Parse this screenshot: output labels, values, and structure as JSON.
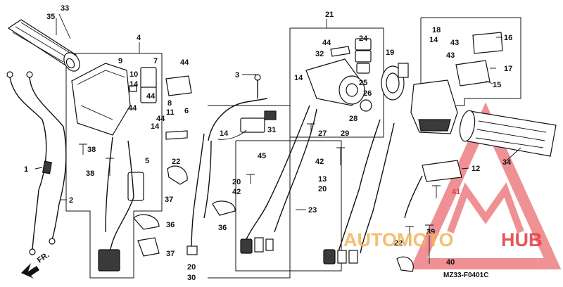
{
  "diagram_code": "MZ33-F0401C",
  "direction_label": "FR.",
  "watermark": {
    "part1": "AUTOMOTO",
    "part2": "HUB",
    "color_part1": "#f0b55a",
    "color_part2": "#e2383d",
    "logo_color": "#e2383d"
  },
  "callouts": {
    "c1": "1",
    "c2": "2",
    "c3": "3",
    "c4": "4",
    "c5": "5",
    "c6": "6",
    "c7": "7",
    "c8": "8",
    "c9": "9",
    "c10": "10",
    "c11": "11",
    "c12": "12",
    "c13": "13",
    "c14a": "14",
    "c14b": "14",
    "c14c": "14",
    "c14d": "14",
    "c15": "15",
    "c16": "16",
    "c17": "17",
    "c18": "18",
    "c19": "19",
    "c20a": "20",
    "c20b": "20",
    "c20c": "20",
    "c21": "21",
    "c22a": "22",
    "c22b": "22",
    "c23": "23",
    "c24": "24",
    "c25": "25",
    "c26": "26",
    "c27": "27",
    "c28": "28",
    "c29": "29",
    "c30": "30",
    "c31": "31",
    "c32": "32",
    "c33": "33",
    "c34": "34",
    "c35": "35",
    "c36a": "36",
    "c36b": "36",
    "c37a": "37",
    "c37b": "37",
    "c38a": "38",
    "c38b": "38",
    "c39": "39",
    "c40": "40",
    "c41": "41",
    "c42a": "42",
    "c42b": "42",
    "c43a": "43",
    "c43b": "43",
    "c44a": "44",
    "c44b": "44",
    "c44c": "44",
    "c44d": "44",
    "c44e": "44",
    "c45": "45"
  }
}
